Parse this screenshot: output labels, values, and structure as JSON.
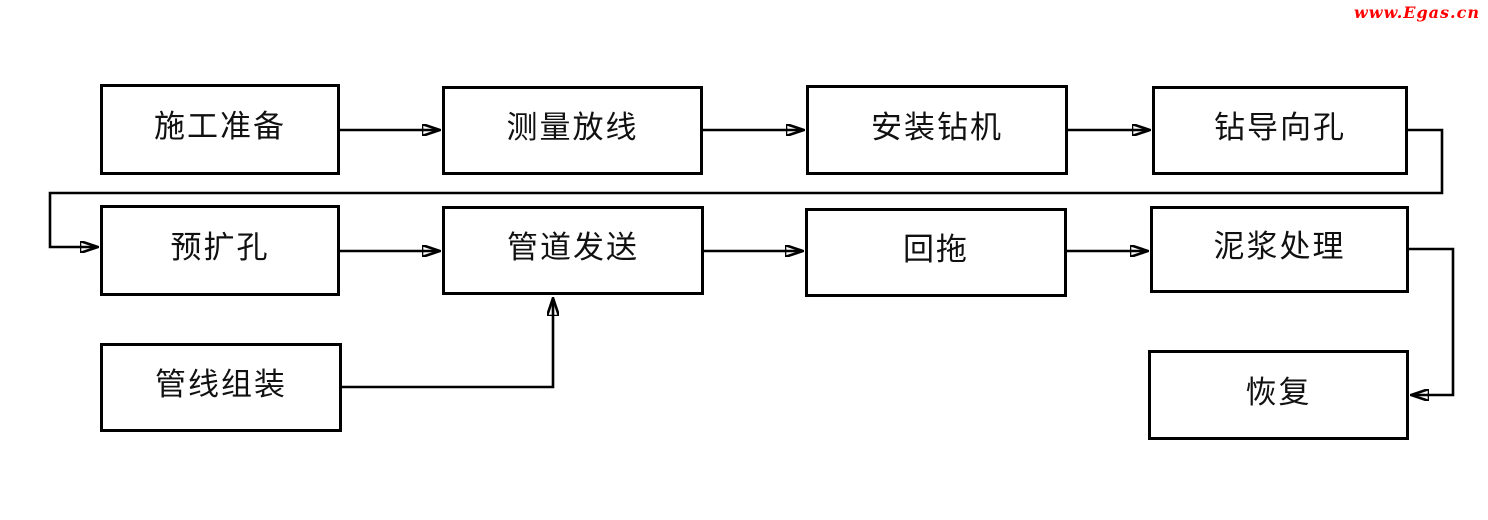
{
  "watermark": {
    "text": "www.Egas.cn",
    "color": "#ff0000"
  },
  "colors": {
    "background": "#ffffff",
    "line": "#000000",
    "box_border": "#000000",
    "text": "#111111"
  },
  "diagram": {
    "type": "flowchart",
    "nodes": [
      {
        "id": "construction-preparation",
        "label": "施工准备"
      },
      {
        "id": "survey-setting-out",
        "label": "测量放线"
      },
      {
        "id": "install-drill-rig",
        "label": "安装钻机"
      },
      {
        "id": "drill-pilot-hole",
        "label": "钻导向孔"
      },
      {
        "id": "pre-reaming",
        "label": "预扩孔"
      },
      {
        "id": "pipe-sending",
        "label": "管道发送"
      },
      {
        "id": "pullback",
        "label": "回拖"
      },
      {
        "id": "mud-treatment",
        "label": "泥浆处理"
      },
      {
        "id": "pipeline-assembly",
        "label": "管线组装"
      },
      {
        "id": "restoration",
        "label": "恢复"
      }
    ],
    "edges": [
      {
        "from": "施工准备",
        "to": "测量放线"
      },
      {
        "from": "测量放线",
        "to": "安装钻机"
      },
      {
        "from": "安装钻机",
        "to": "钻导向孔"
      },
      {
        "from": "钻导向孔",
        "to": "预扩孔"
      },
      {
        "from": "预扩孔",
        "to": "管道发送"
      },
      {
        "from": "管道发送",
        "to": "回拖"
      },
      {
        "from": "回拖",
        "to": "泥浆处理"
      },
      {
        "from": "泥浆处理",
        "to": "恢复"
      },
      {
        "from": "管线组装",
        "to": "管道发送"
      }
    ]
  }
}
